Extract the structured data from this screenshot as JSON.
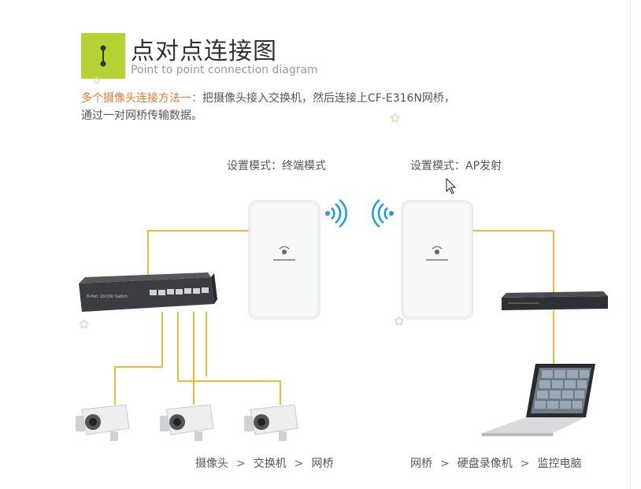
{
  "title": {
    "cn": "点对点连接图",
    "en": "Point to point connection diagram"
  },
  "description": {
    "highlight": "多个摄像头连接方法一：",
    "line1_rest": "把摄像头接入交换机，然后连接上CF-E316N网桥，",
    "line2": "通过一对网桥传输数据。"
  },
  "modes": {
    "left": "设置模式：终端模式",
    "right": "设置模式：AP发射"
  },
  "flow_left": {
    "a": "摄像头",
    "b": "交换机",
    "c": "网桥",
    "sep": ">"
  },
  "flow_right": {
    "a": "网桥",
    "b": "硬盘录像机",
    "c": "监控电脑",
    "sep": ">"
  },
  "colors": {
    "accent_green": "#b5d334",
    "highlight_orange": "#e8772e",
    "wire": "#f5b82e",
    "wifi": "#1a9ce0"
  },
  "icons": [
    "connection-point-icon",
    "wifi-signal-icon",
    "cursor-icon"
  ]
}
